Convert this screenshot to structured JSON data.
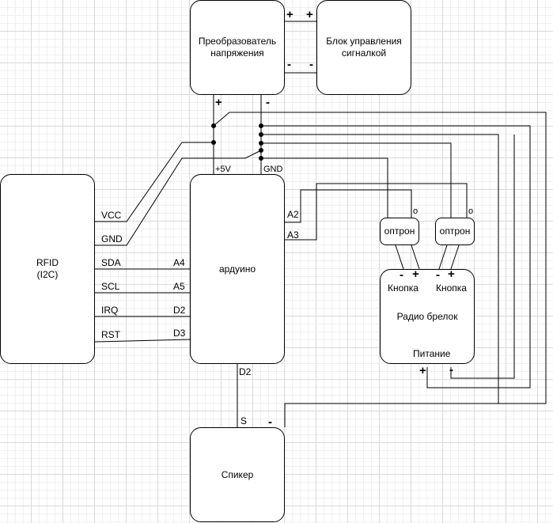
{
  "blocks": {
    "converter": "Преобразователь\nнапряжения",
    "alarm": "Блок управления\nсигналкой",
    "rfid": "RFID\n(I2C)",
    "arduino": "ардуино",
    "optron": "оптрон",
    "keyfob": "Радио брелок",
    "speaker": "Спикер"
  },
  "labels": {
    "vcc": "VCC",
    "gnd": "GND",
    "sda": "SDA",
    "scl": "SCL",
    "irq": "IRQ",
    "rst": "RST",
    "a4": "A4",
    "a5": "A5",
    "d2": "D2",
    "d3": "D3",
    "plus5v": "+5V",
    "gnd_top": "GND",
    "a2": "A2",
    "a3": "A3",
    "d2_bottom": "D2",
    "s": "S",
    "button": "Кнопка",
    "power": "Питание",
    "o": "o",
    "plus": "+",
    "minus": "-"
  }
}
